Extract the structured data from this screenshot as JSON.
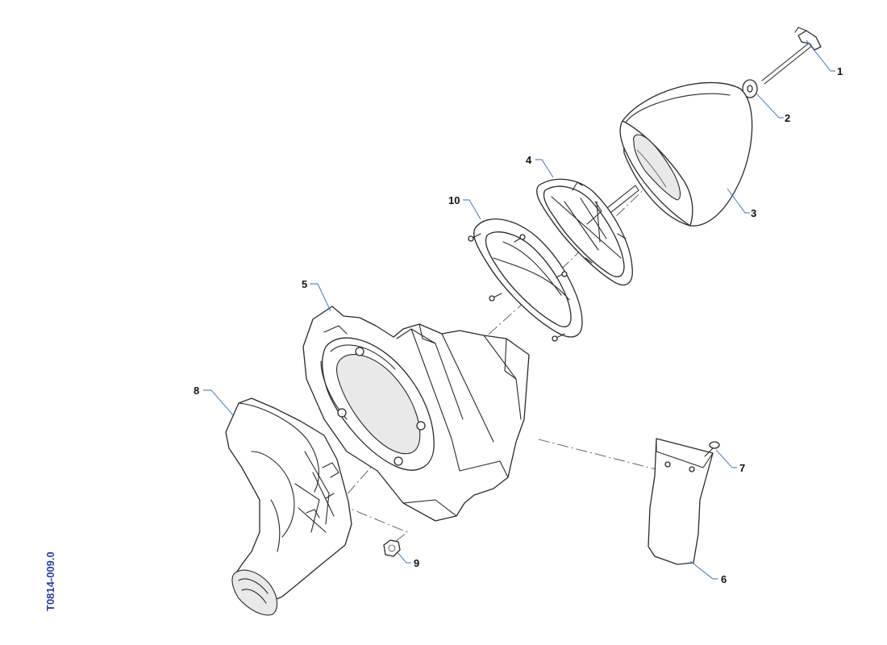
{
  "diagram": {
    "document_id": "T0814-009.0",
    "accent_color": "#2b3f9e",
    "callouts": [
      "1",
      "2",
      "3",
      "4",
      "5",
      "6",
      "7",
      "8",
      "9",
      "10"
    ]
  }
}
